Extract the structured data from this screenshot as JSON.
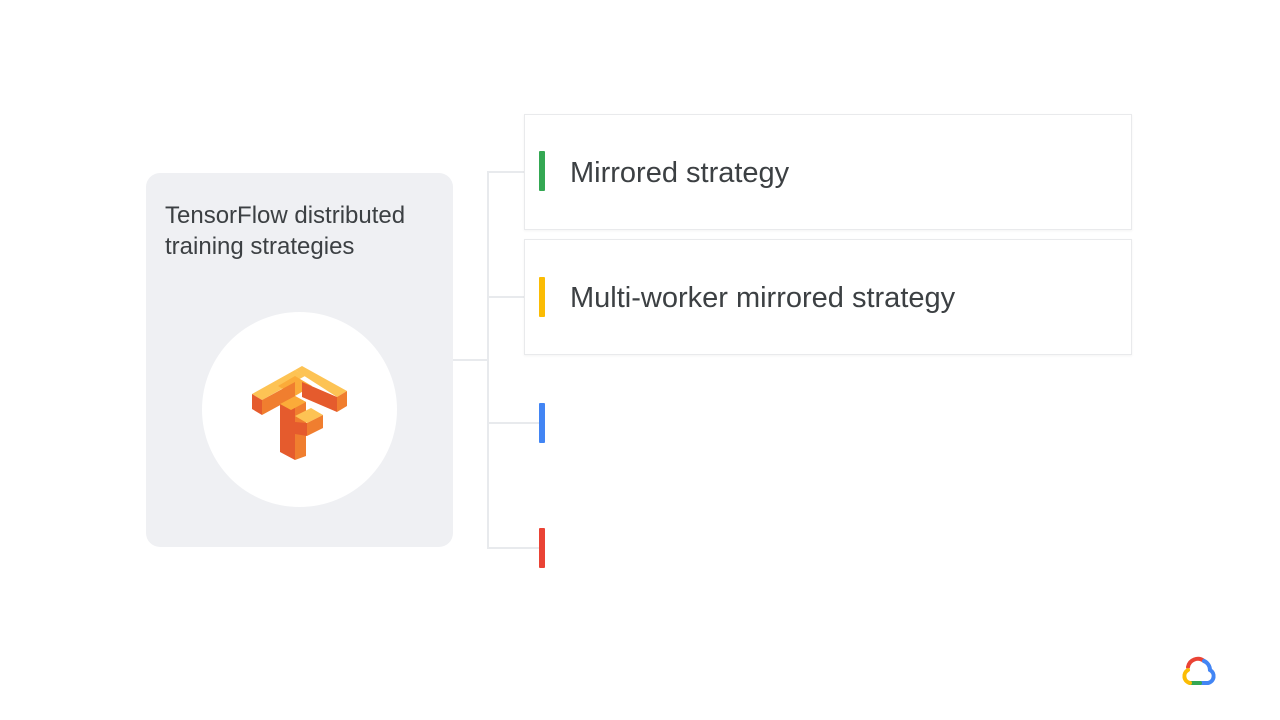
{
  "card": {
    "title": "TensorFlow distributed\ntraining strategies",
    "logo_icon": "tensorflow-logo-icon",
    "background": "#eff0f3"
  },
  "strategies": [
    {
      "label": "Mirrored strategy",
      "accent_color": "#34a853"
    },
    {
      "label": "Multi-worker mirrored strategy",
      "accent_color": "#fbbc04"
    },
    {
      "label": "",
      "accent_color": "#4285f4"
    },
    {
      "label": "",
      "accent_color": "#ea4335"
    }
  ],
  "footer": {
    "logo_icon": "google-cloud-logo-icon"
  },
  "colors": {
    "tf_orange_dark": "#e55b2d",
    "tf_orange": "#f07e2f",
    "tf_yellow": "#fbab39",
    "tf_yellow_light": "#fdc354",
    "text": "#3c4043",
    "connector": "#e8eaed"
  }
}
